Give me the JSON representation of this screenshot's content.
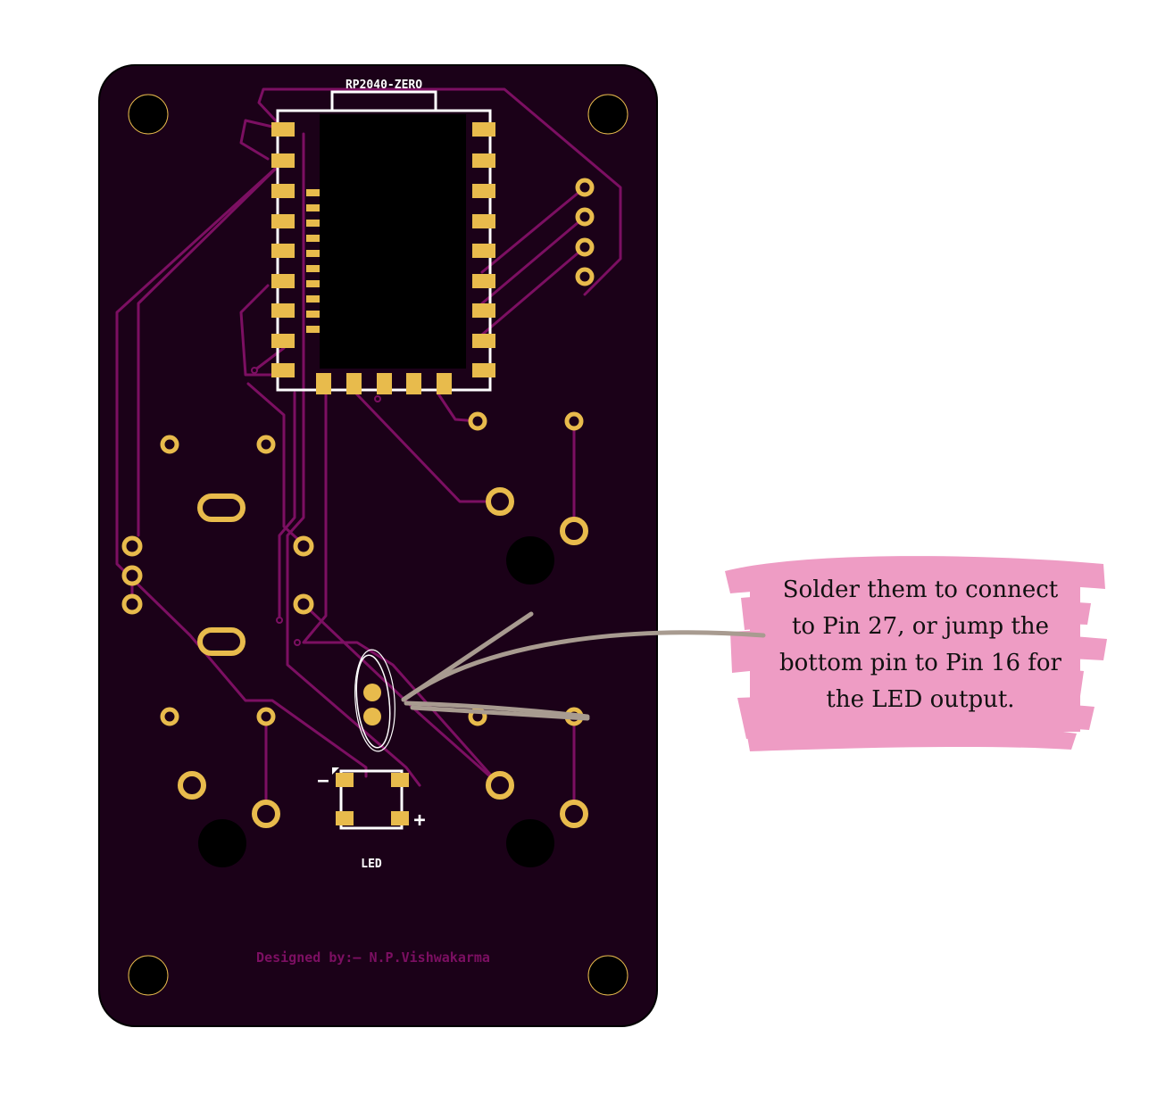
{
  "pcb": {
    "module_label": "RP2040-ZERO",
    "led_label": "LED",
    "minus_sign": "−",
    "plus_sign": "+",
    "credit": "Designed by:— N.P.Vishwakarma"
  },
  "annotation": {
    "lines": [
      "Solder them to connect",
      "to Pin 27, or jump the",
      "bottom pin to Pin 16 for",
      "the LED output."
    ]
  },
  "colors": {
    "board": "#1b0118",
    "trace": "#7c0f62",
    "pad": "#e8bb4c",
    "silkscreen": "#ffffff",
    "credit_text": "#7c0f62",
    "callout_brush": "#ee9cc4",
    "arrow": "#a89b90"
  }
}
